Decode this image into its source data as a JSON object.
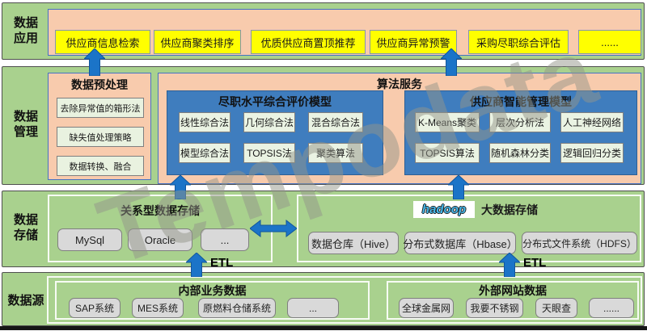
{
  "watermark": "Tempodata",
  "rail": {
    "application": {
      "line1": "数据",
      "line2": "应用"
    },
    "management": {
      "line1": "数据",
      "line2": "管理"
    },
    "storage": {
      "line1": "数据",
      "line2": "存储"
    },
    "source": {
      "line1": "数据源"
    }
  },
  "application": {
    "items": [
      "供应商信息检索",
      "供应商聚类排序",
      "优质供应商置顶推荐",
      "供应商异常预警",
      "采购尽职综合评估",
      "......"
    ]
  },
  "management": {
    "preprocess": {
      "title": "数据预处理",
      "items": [
        "去除异常值的箱形法",
        "缺失值处理策略",
        "数据转换、融合"
      ]
    },
    "algorithm": {
      "title": "算法服务",
      "evaluation_model": {
        "title": "尽职水平综合评价模型",
        "items": [
          "线性综合法",
          "几何综合法",
          "混合综合法",
          "模型综合法",
          "TOPSIS法",
          "聚类算法"
        ]
      },
      "management_model": {
        "title": "供应商智能管理模型",
        "items": [
          "K-Means聚类",
          "层次分析法",
          "人工神经网络",
          "TOPSIS算法",
          "随机森林分类",
          "逻辑回归分类"
        ]
      }
    }
  },
  "storage": {
    "relational": {
      "title": "关系型数据存储",
      "items": [
        "MySql",
        "Oracle",
        "..."
      ]
    },
    "bigdata": {
      "logo": "hadoop",
      "title": "大数据存储",
      "items": [
        "数据仓库（Hive）",
        "分布式数据库（Hbase）",
        "分布式文件系统（HDFS）"
      ]
    }
  },
  "source": {
    "internal": {
      "title": "内部业务数据",
      "items": [
        "SAP系统",
        "MES系统",
        "原燃料仓储系统",
        "..."
      ]
    },
    "external": {
      "title": "外部网站数据",
      "items": [
        "全球金属网",
        "我要不锈钢",
        "天眼查",
        "......"
      ]
    }
  },
  "etl": {
    "left": "ETL",
    "right": "ETL"
  },
  "colors": {
    "layer_green": "#a9d18e",
    "panel_salmon": "#f8cbad",
    "model_blue": "#3f7dbe",
    "item_yellow": "#ffff00",
    "box_gray": "#d9d9d9",
    "method_green": "#eaf3e3",
    "arrow_blue": "#1b74c8",
    "hadoop_blue": "#45b6e8"
  }
}
